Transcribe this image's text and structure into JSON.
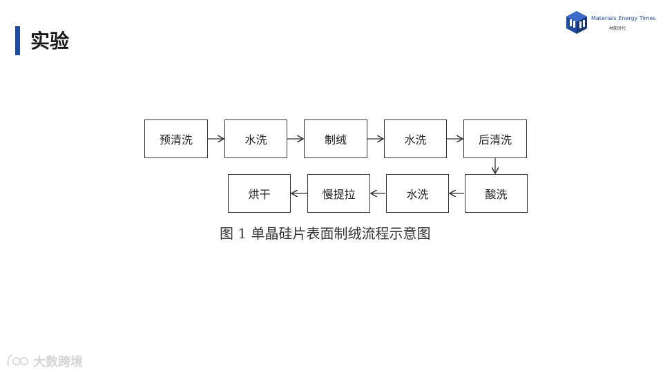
{
  "slide": {
    "title": "实验"
  },
  "logo": {
    "name": "Materials Energy Times",
    "sub": "材能时代"
  },
  "diagram": {
    "row1": [
      "预清洗",
      "水洗",
      "制绒",
      "水洗",
      "后清洗"
    ],
    "row2": [
      "烘干",
      "慢提拉",
      "水洗",
      "酸洗"
    ],
    "caption": "图 1  单晶硅片表面制绒流程示意图"
  },
  "watermark": {
    "text": "大数跨境"
  },
  "colors": {
    "accent": "#1f4aa0",
    "line": "#333333"
  }
}
